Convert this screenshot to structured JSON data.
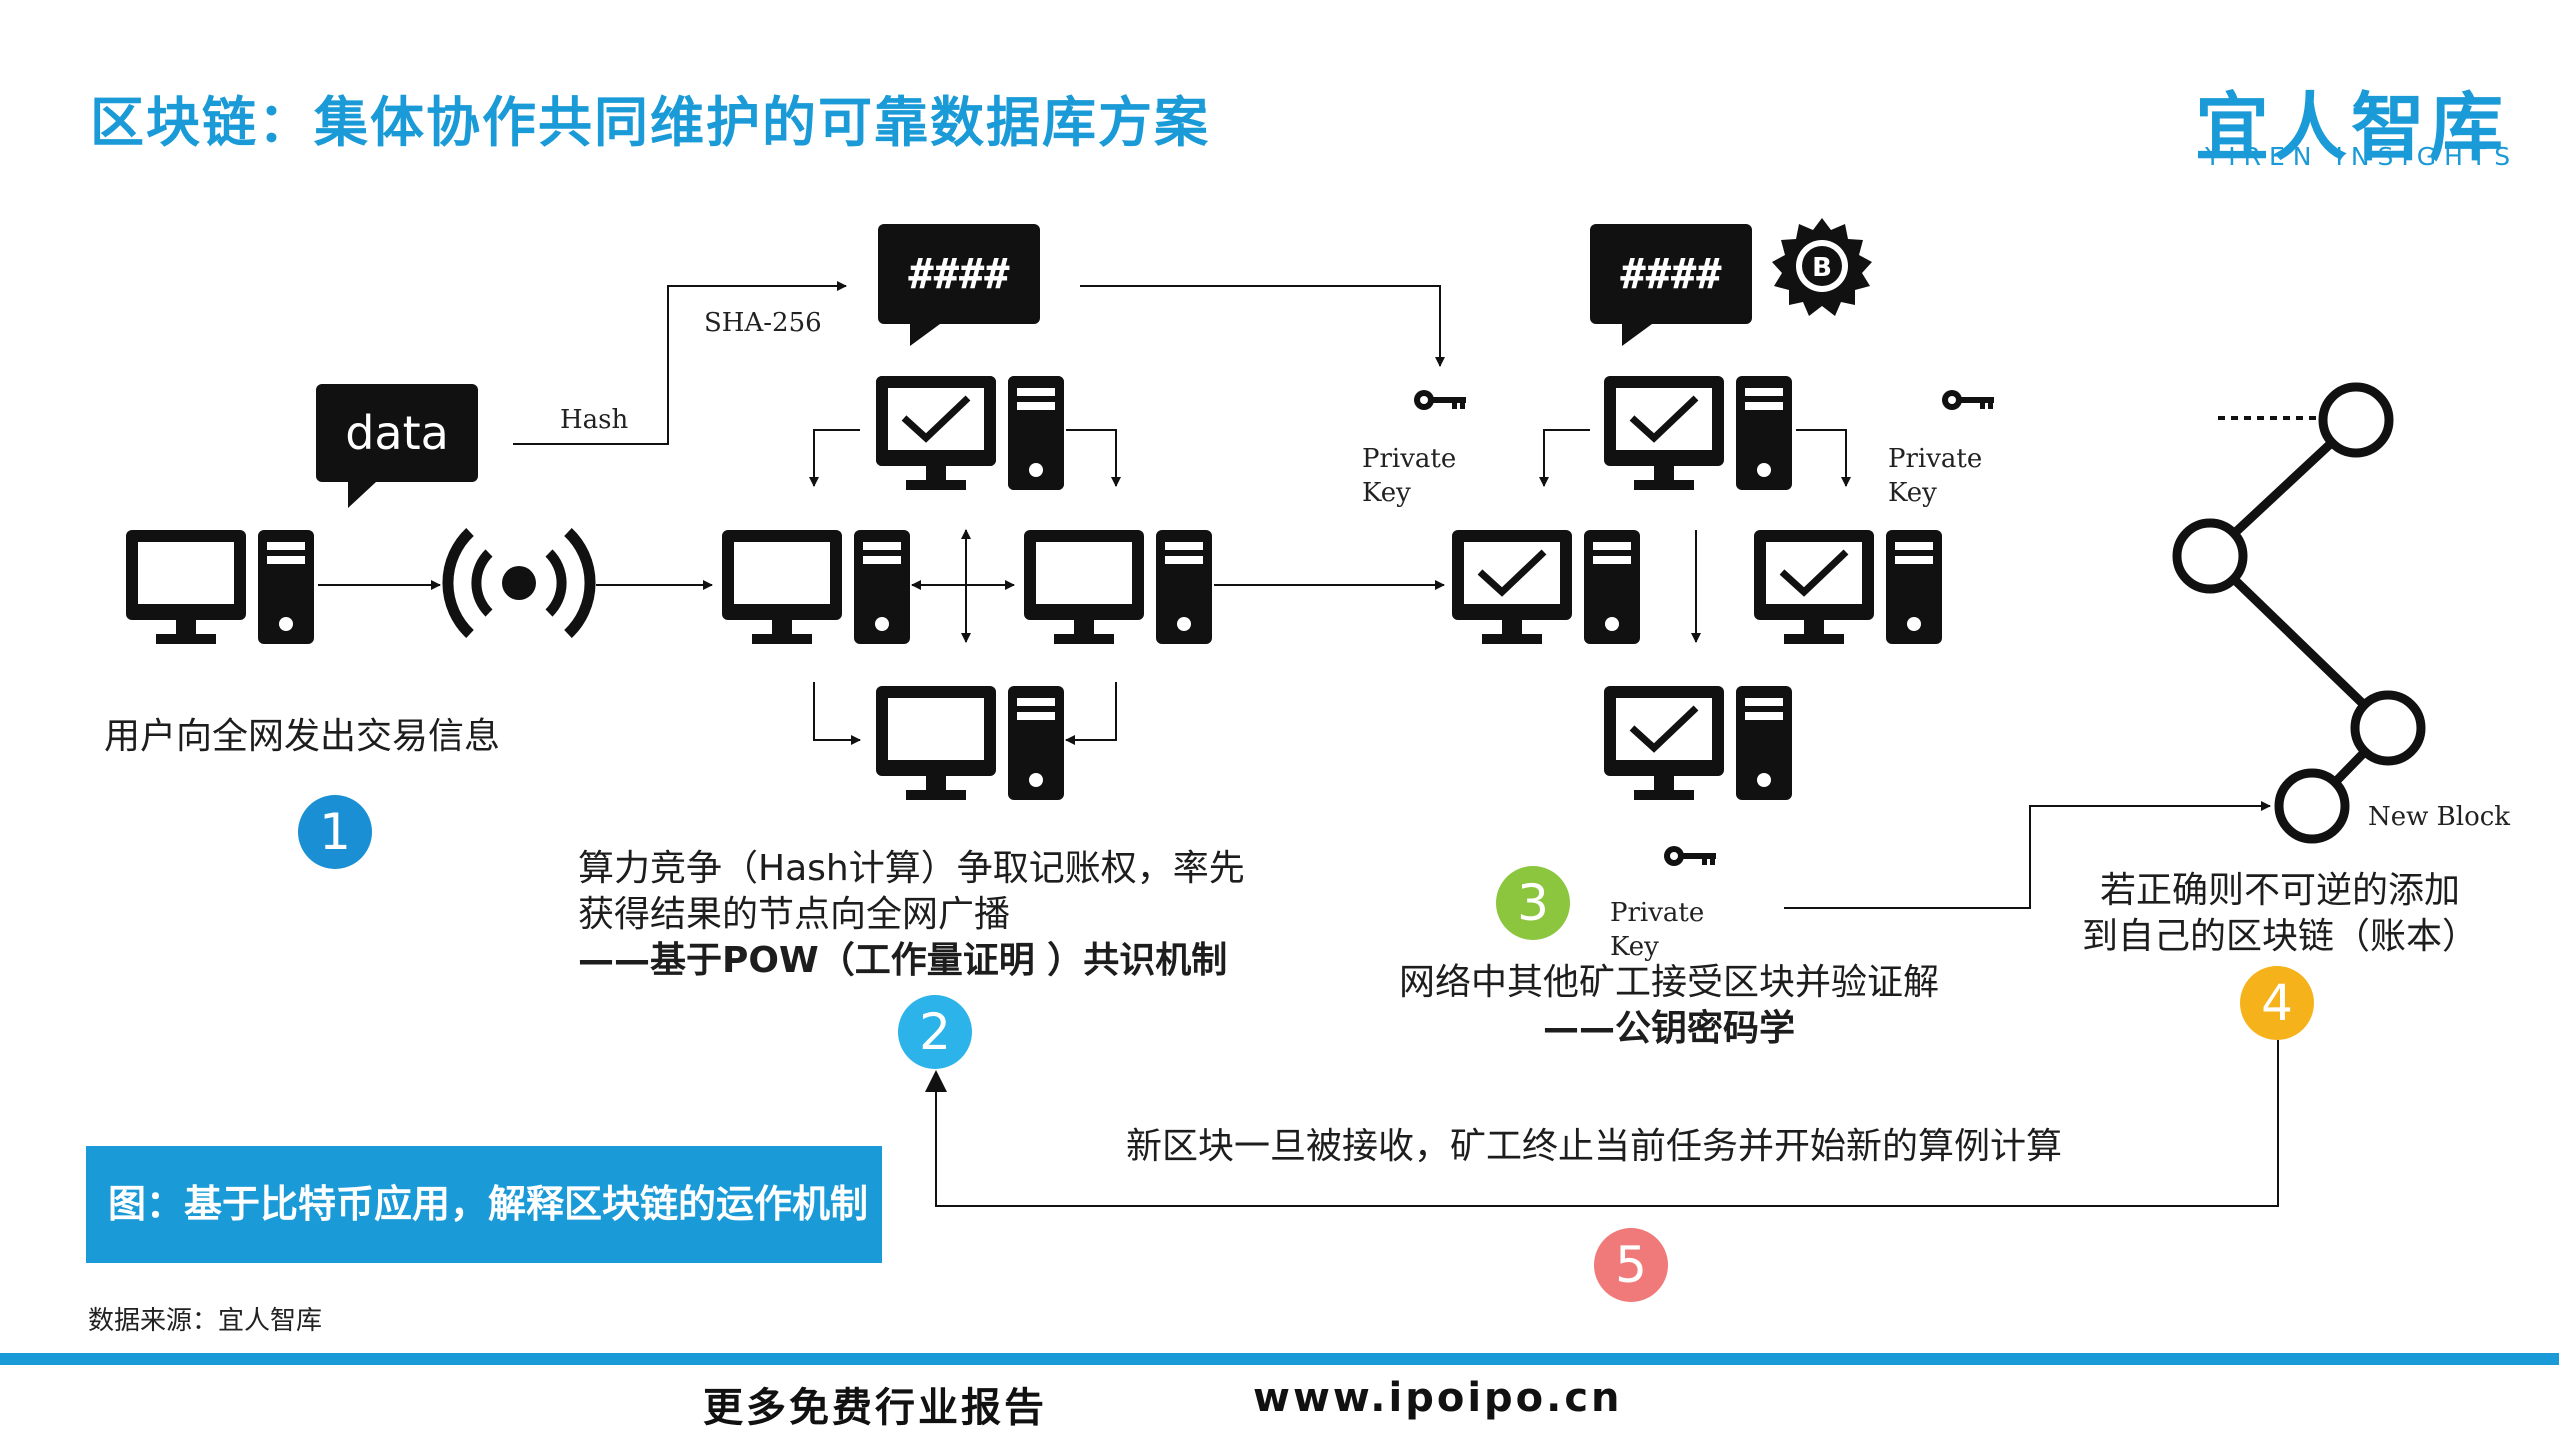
{
  "title": "区块链：集体协作共同维护的可靠数据库方案",
  "logo": {
    "name": "宜人智库",
    "subtitle": "YIREN INSIGHTS"
  },
  "bubbles": {
    "data": "data",
    "hash1": "####",
    "hash2": "####"
  },
  "labels": {
    "hash": "Hash",
    "sha": "SHA-256",
    "private_key_1": [
      "Private",
      "Key"
    ],
    "private_key_2": [
      "Private",
      "Key"
    ],
    "private_key_3": [
      "Private",
      "Key"
    ],
    "new_block": "New Block"
  },
  "steps": [
    {
      "number": "1",
      "color": "#1a8fd3",
      "lines": [
        "用户向全网发出交易信息"
      ],
      "bold": ""
    },
    {
      "number": "2",
      "color": "#2bb3ea",
      "lines": [
        "算力竞争（Hash计算）争取记账权，率先",
        "获得结果的节点向全网广播"
      ],
      "bold": "——基于POW（工作量证明  ）共识机制"
    },
    {
      "number": "3",
      "color": "#8cc63f",
      "lines": [
        "网络中其他矿工接受区块并验证解"
      ],
      "bold": "——公钥密码学"
    },
    {
      "number": "4",
      "color": "#f5b21b",
      "lines": [
        "若正确则不可逆的添加",
        "到自己的区块链（账本）"
      ],
      "bold": ""
    },
    {
      "number": "5",
      "color": "#f07a7a",
      "lines": [
        "新区块一旦被接收，矿工终止当前任务并开始新的算例计算"
      ],
      "bold": ""
    }
  ],
  "caption": "图：基于比特币应用，解释区块链的运作机制",
  "source": "数据来源：宜人智库",
  "footer": {
    "text": "更多免费行业报告",
    "url": "www.ipoipo.cn"
  },
  "colors": {
    "accent": "#1a9ad6",
    "ink": "#111111"
  }
}
